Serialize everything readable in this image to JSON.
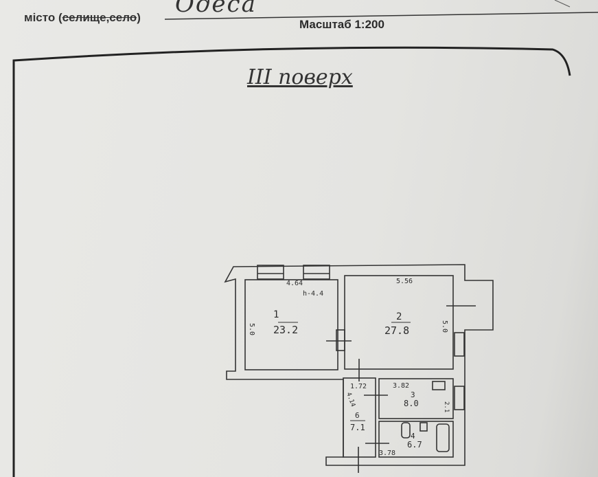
{
  "header": {
    "city_label_prefix": "місто (",
    "city_label_struck": "селище,село",
    "city_label_suffix": ")",
    "city_value": "Одеса",
    "scale": "Масштаб 1:200"
  },
  "floor_title": "III поверх",
  "rooms": [
    {
      "number": "1",
      "area": "23.2",
      "dims": [
        "4.64",
        "h-4.4",
        "5.0"
      ]
    },
    {
      "number": "2",
      "area": "27.8",
      "dims": [
        "5.56",
        "5.0"
      ]
    },
    {
      "number": "3",
      "area": "8.0",
      "dims": [
        "3.82",
        "2.1"
      ]
    },
    {
      "number": "4",
      "area": "6.7",
      "dims": [
        "3.78"
      ]
    },
    {
      "number": "6",
      "area": "7.1",
      "dims": [
        "1.72",
        "4.14"
      ]
    }
  ]
}
